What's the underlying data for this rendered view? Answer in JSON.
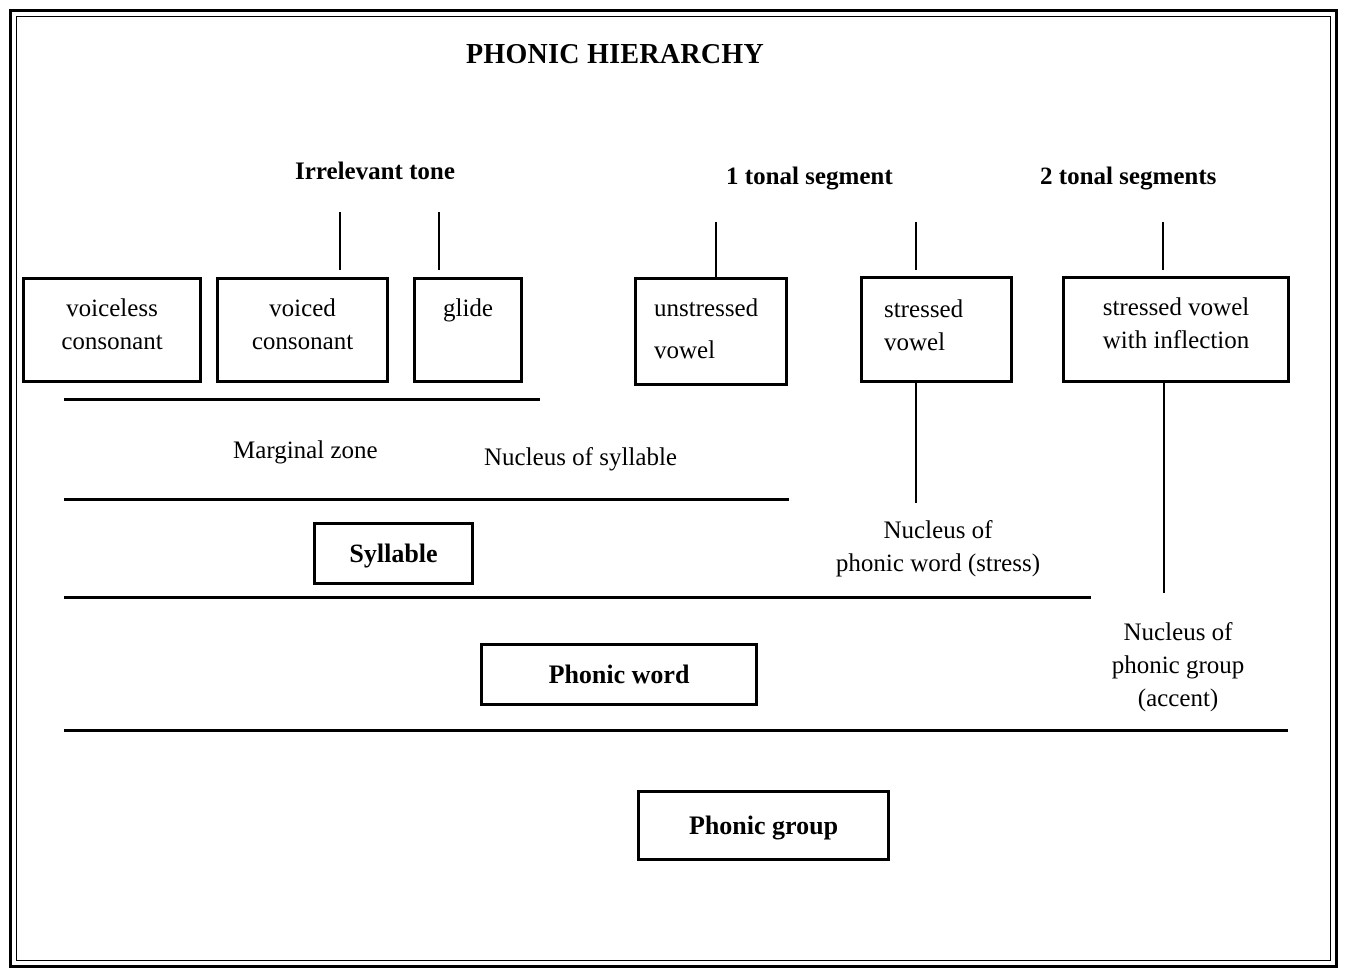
{
  "title": "PHONIC HIERARCHY",
  "tone_labels": {
    "irrelevant": "Irrelevant tone",
    "one_segment": "1 tonal segment",
    "two_segments": "2 tonal segments"
  },
  "units": {
    "voiceless": [
      "voiceless",
      "consonant"
    ],
    "voiced": [
      "voiced",
      "consonant"
    ],
    "glide": [
      "glide"
    ],
    "unstressed": [
      "unstressed",
      "vowel"
    ],
    "stressed": [
      "stressed",
      "vowel"
    ],
    "inflected": [
      "stressed vowel",
      "with inflection"
    ]
  },
  "zones": {
    "marginal": "Marginal zone",
    "nucleus_syllable": "Nucleus of syllable"
  },
  "levels": {
    "syllable": "Syllable",
    "phonic_word": "Phonic word",
    "phonic_group": "Phonic group"
  },
  "nuclei": {
    "word": [
      "Nucleus of",
      "phonic word (stress)"
    ],
    "group": [
      "Nucleus of",
      "phonic group",
      "(accent)"
    ]
  }
}
